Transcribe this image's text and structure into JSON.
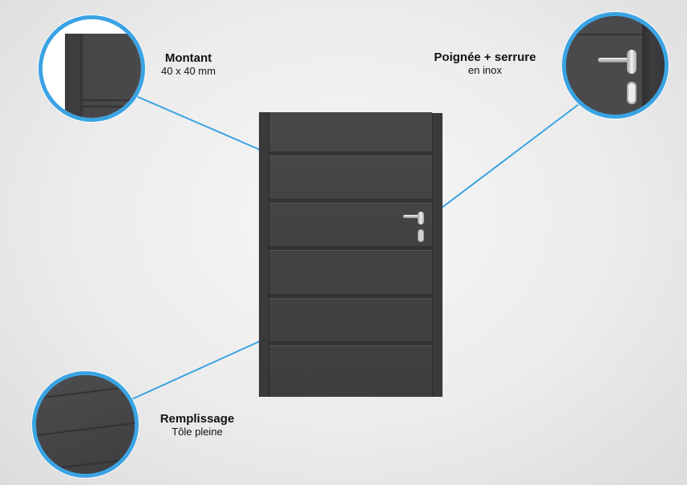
{
  "callouts": {
    "montant": {
      "title": "Montant",
      "subtitle": "40 x 40 mm"
    },
    "poignee": {
      "title": "Poignée + serrure",
      "subtitle": "en inox"
    },
    "remplissage": {
      "title": "Remplissage",
      "subtitle": "Tôle pleine"
    }
  },
  "colors": {
    "accent": "#3aa3e3",
    "door": "#434345",
    "background": "#ececec"
  }
}
